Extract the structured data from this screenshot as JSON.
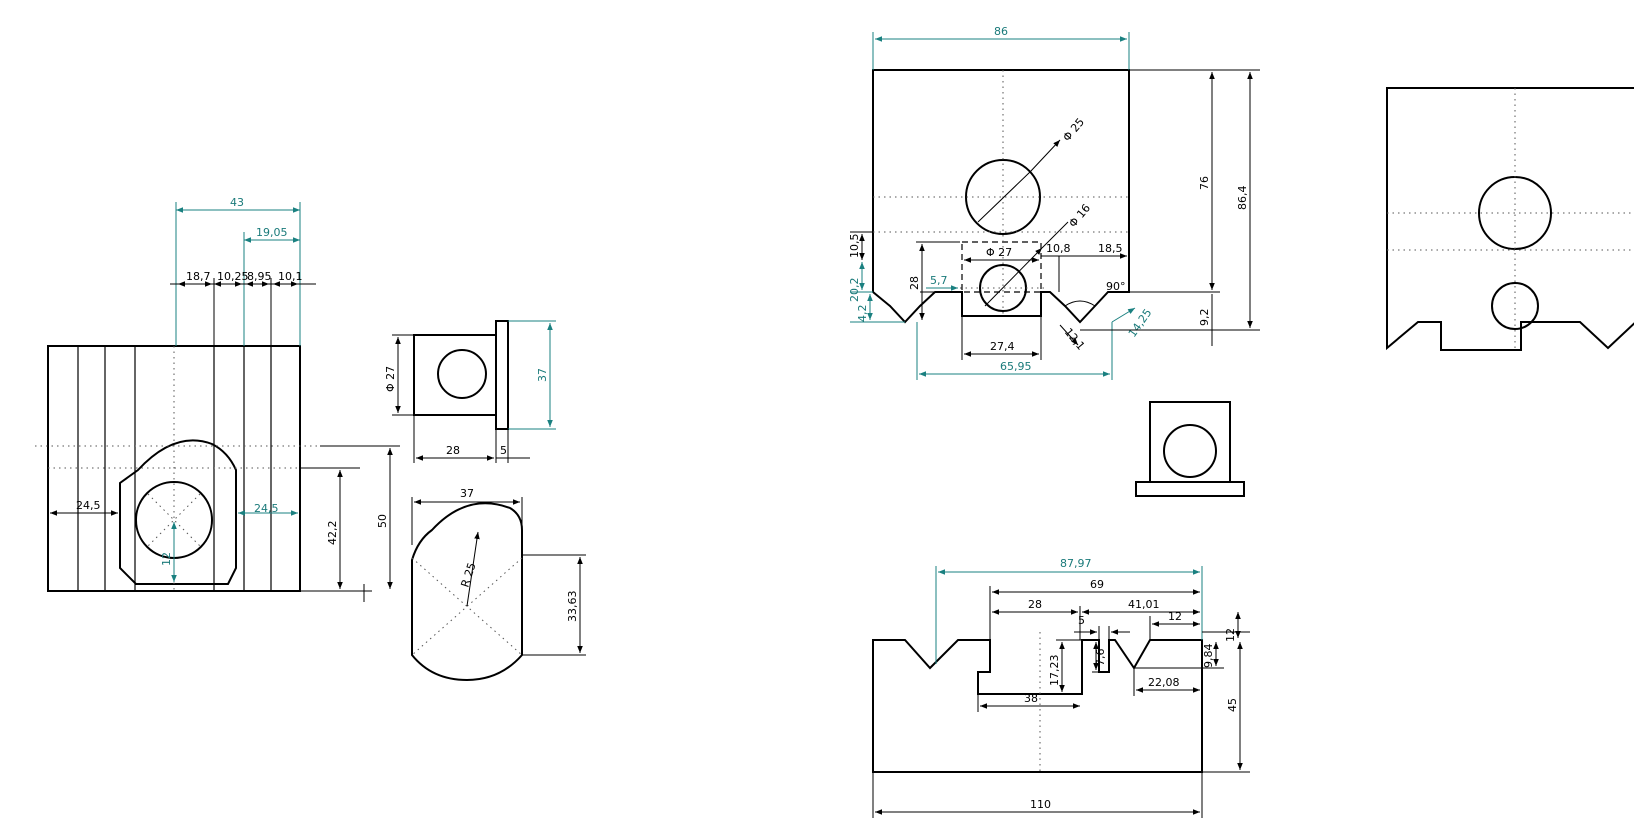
{
  "colors": {
    "object": "#000000",
    "dimension_primary": "#000000",
    "dimension_secondary": "#1a7a7a"
  },
  "views": {
    "front_left": {
      "dims": {
        "d43": "43",
        "d1905": "19,05",
        "d187": "18,7",
        "d1025": "10,25",
        "d895": "8,95",
        "d101": "10,1",
        "d245a": "24,5",
        "d245b": "24,5",
        "d12": "12",
        "d422": "42,2",
        "d50": "50"
      }
    },
    "side_small": {
      "dims": {
        "phi27": "Φ 27",
        "d37": "37",
        "d28": "28",
        "d5": "5"
      }
    },
    "profile": {
      "dims": {
        "d37": "37",
        "r25": "R 25",
        "d3363": "33,63"
      }
    },
    "top_right": {
      "dims": {
        "d86": "86",
        "phi25": "Φ 25",
        "phi16": "Φ 16",
        "phi27": "Φ 27",
        "d108": "10,8",
        "d185": "18,5",
        "d105": "10,5",
        "d202": "20,2",
        "d42": "4,2",
        "d28": "28",
        "d57": "5,7",
        "d90": "90°",
        "d274": "27,4",
        "d121": "12,1",
        "d1425": "14,25",
        "d6595": "65,95",
        "d76": "76",
        "d864": "86,4",
        "d92": "9,2"
      }
    },
    "bottom": {
      "dims": {
        "d8797": "87,97",
        "d69": "69",
        "d28": "28",
        "d4101": "41,01",
        "d12a": "12",
        "d5": "5",
        "d1723": "17,23",
        "d76": "7,6",
        "d984": "9,84",
        "d12b": "12",
        "d38": "38",
        "d2208": "22,08",
        "d45": "45",
        "d110": "110"
      }
    }
  }
}
